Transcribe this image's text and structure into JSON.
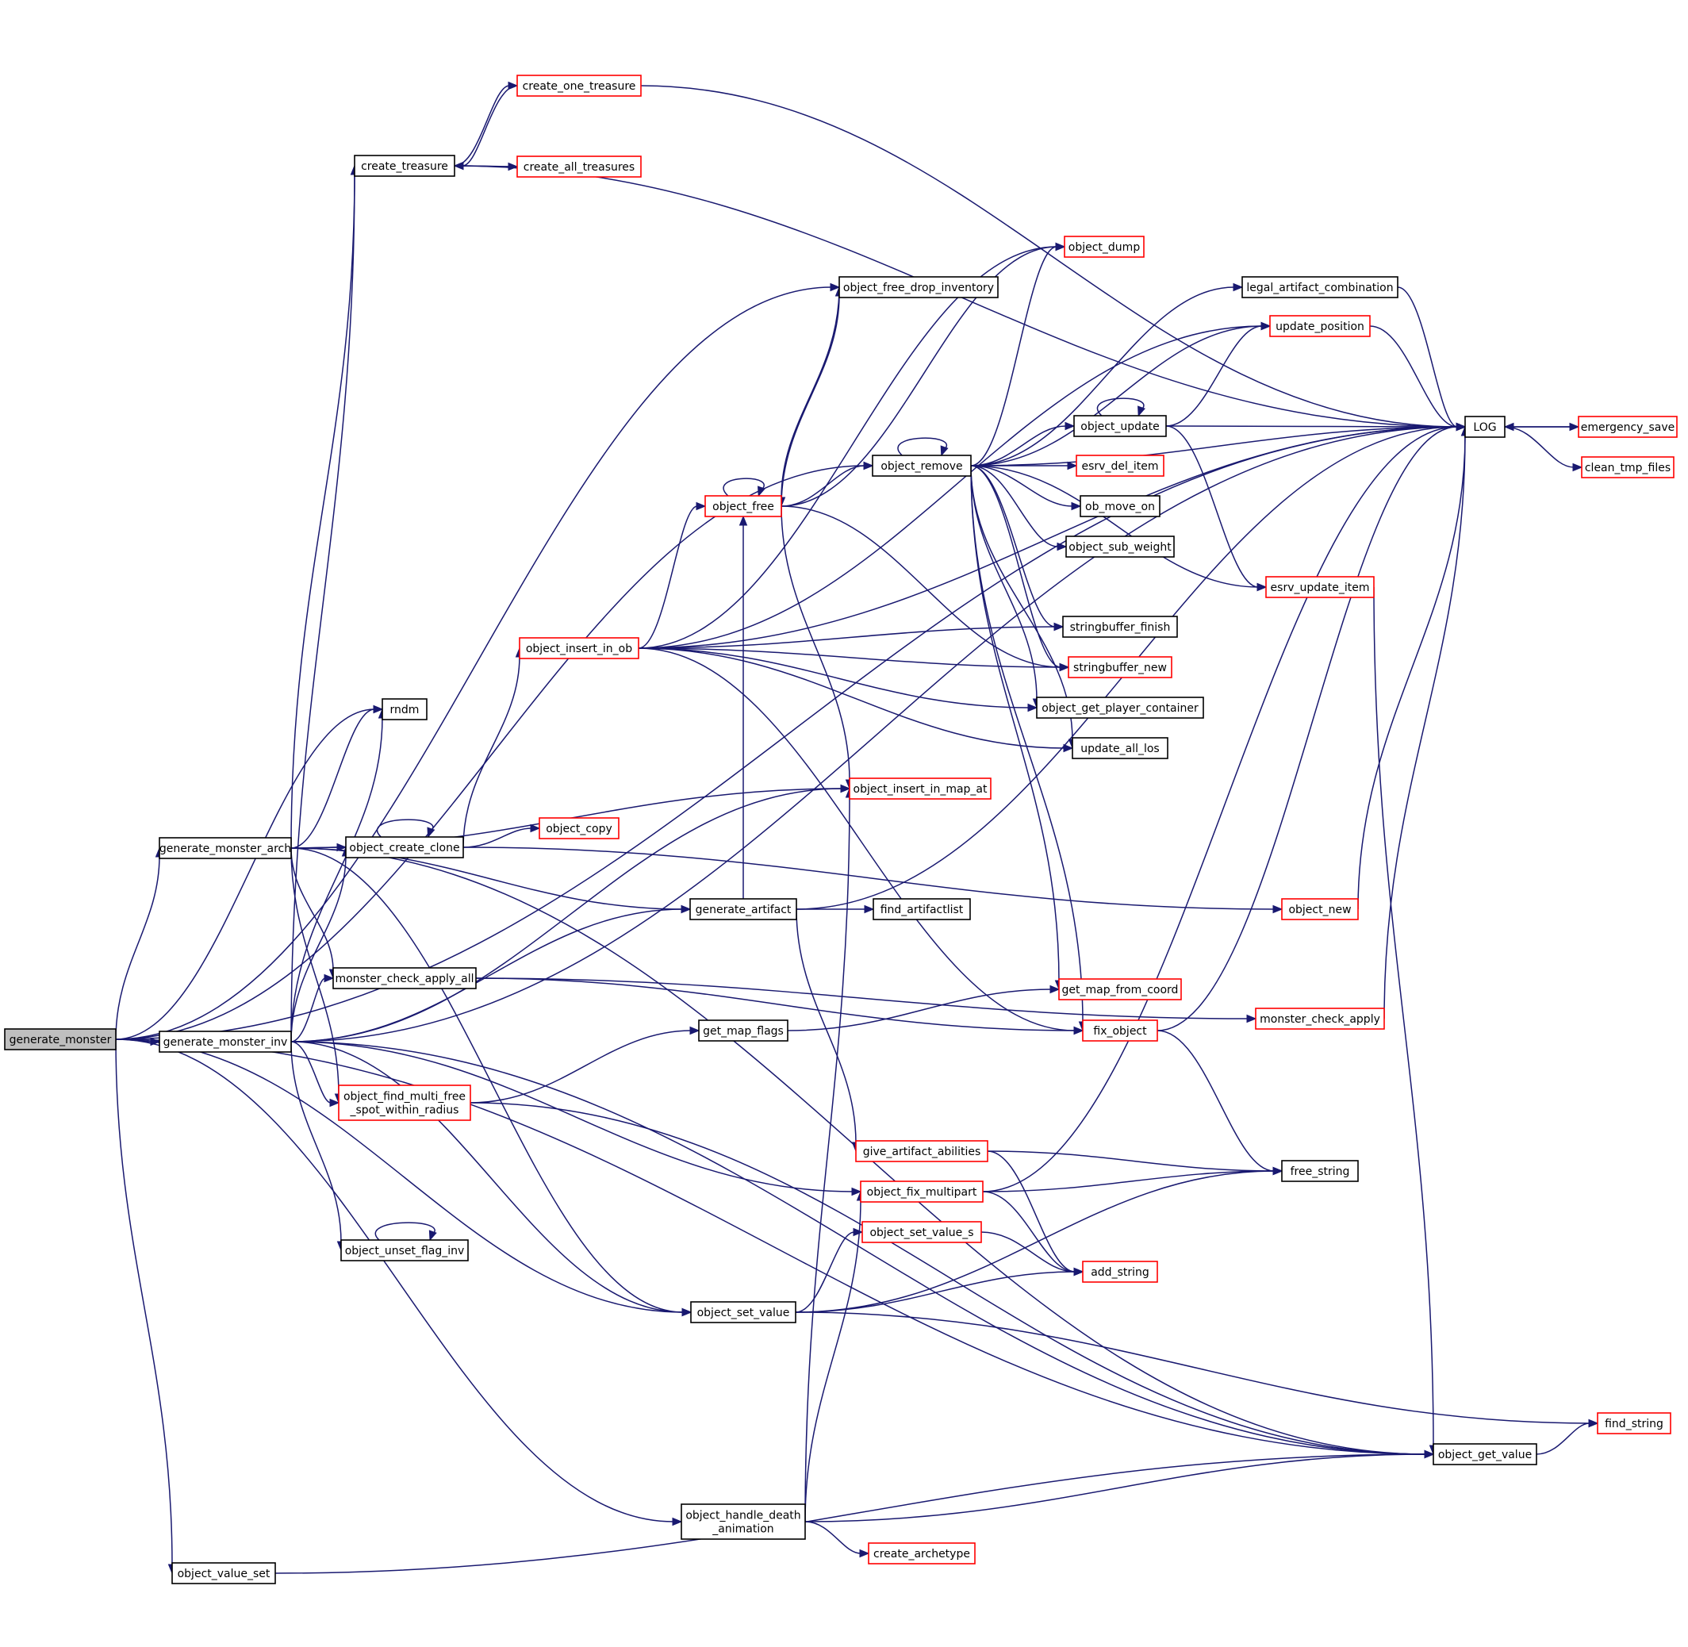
{
  "colors": {
    "edge": "#191970",
    "border_normal": "#000000",
    "border_truncated": "#ff0000",
    "fill_root": "#bfbfbf",
    "fill_normal": "#ffffff"
  },
  "nodes": [
    {
      "id": "generate_monster",
      "lines": [
        "generate_monster"
      ],
      "style": "root"
    },
    {
      "id": "generate_monster_arch",
      "lines": [
        "generate_monster_arch"
      ],
      "style": "normal"
    },
    {
      "id": "generate_monster_inv",
      "lines": [
        "generate_monster_inv"
      ],
      "style": "normal"
    },
    {
      "id": "create_treasure",
      "lines": [
        "create_treasure"
      ],
      "style": "normal"
    },
    {
      "id": "create_one_treasure",
      "lines": [
        "create_one_treasure"
      ],
      "style": "truncated"
    },
    {
      "id": "create_all_treasures",
      "lines": [
        "create_all_treasures"
      ],
      "style": "truncated"
    },
    {
      "id": "rndm",
      "lines": [
        "rndm"
      ],
      "style": "normal"
    },
    {
      "id": "object_create_clone",
      "lines": [
        "object_create_clone"
      ],
      "style": "normal"
    },
    {
      "id": "object_copy",
      "lines": [
        "object_copy"
      ],
      "style": "truncated"
    },
    {
      "id": "monster_check_apply_all",
      "lines": [
        "monster_check_apply_all"
      ],
      "style": "normal"
    },
    {
      "id": "object_find_multi_free_spot_within_radius",
      "lines": [
        "object_find_multi_free",
        "_spot_within_radius"
      ],
      "style": "truncated"
    },
    {
      "id": "object_unset_flag_inv",
      "lines": [
        "object_unset_flag_inv"
      ],
      "style": "normal"
    },
    {
      "id": "object_value_set",
      "lines": [
        "object_value_set"
      ],
      "style": "normal"
    },
    {
      "id": "object_insert_in_ob",
      "lines": [
        "object_insert_in_ob"
      ],
      "style": "truncated"
    },
    {
      "id": "object_free",
      "lines": [
        "object_free"
      ],
      "style": "truncated"
    },
    {
      "id": "object_free_drop_inventory",
      "lines": [
        "object_free_drop_inventory"
      ],
      "style": "normal"
    },
    {
      "id": "object_remove",
      "lines": [
        "object_remove"
      ],
      "style": "normal"
    },
    {
      "id": "object_dump",
      "lines": [
        "object_dump"
      ],
      "style": "truncated"
    },
    {
      "id": "legal_artifact_combination",
      "lines": [
        "legal_artifact_combination"
      ],
      "style": "normal"
    },
    {
      "id": "update_position",
      "lines": [
        "update_position"
      ],
      "style": "truncated"
    },
    {
      "id": "object_update",
      "lines": [
        "object_update"
      ],
      "style": "normal"
    },
    {
      "id": "esrv_del_item",
      "lines": [
        "esrv_del_item"
      ],
      "style": "truncated"
    },
    {
      "id": "ob_move_on",
      "lines": [
        "ob_move_on"
      ],
      "style": "normal"
    },
    {
      "id": "object_sub_weight",
      "lines": [
        "object_sub_weight"
      ],
      "style": "normal"
    },
    {
      "id": "esrv_update_item",
      "lines": [
        "esrv_update_item"
      ],
      "style": "truncated"
    },
    {
      "id": "stringbuffer_finish",
      "lines": [
        "stringbuffer_finish"
      ],
      "style": "normal"
    },
    {
      "id": "stringbuffer_new",
      "lines": [
        "stringbuffer_new"
      ],
      "style": "truncated"
    },
    {
      "id": "object_get_player_container",
      "lines": [
        "object_get_player_container"
      ],
      "style": "normal"
    },
    {
      "id": "update_all_los",
      "lines": [
        "update_all_los"
      ],
      "style": "normal"
    },
    {
      "id": "object_insert_in_map_at",
      "lines": [
        "object_insert_in_map_at"
      ],
      "style": "truncated"
    },
    {
      "id": "generate_artifact",
      "lines": [
        "generate_artifact"
      ],
      "style": "normal"
    },
    {
      "id": "find_artifactlist",
      "lines": [
        "find_artifactlist"
      ],
      "style": "normal"
    },
    {
      "id": "object_new",
      "lines": [
        "object_new"
      ],
      "style": "truncated"
    },
    {
      "id": "get_map_flags",
      "lines": [
        "get_map_flags"
      ],
      "style": "normal"
    },
    {
      "id": "get_map_from_coord",
      "lines": [
        "get_map_from_coord"
      ],
      "style": "truncated"
    },
    {
      "id": "fix_object",
      "lines": [
        "fix_object"
      ],
      "style": "truncated"
    },
    {
      "id": "monster_check_apply",
      "lines": [
        "monster_check_apply"
      ],
      "style": "truncated"
    },
    {
      "id": "give_artifact_abilities",
      "lines": [
        "give_artifact_abilities"
      ],
      "style": "truncated"
    },
    {
      "id": "object_fix_multipart",
      "lines": [
        "object_fix_multipart"
      ],
      "style": "truncated"
    },
    {
      "id": "free_string",
      "lines": [
        "free_string"
      ],
      "style": "normal"
    },
    {
      "id": "object_set_value_s",
      "lines": [
        "object_set_value_s"
      ],
      "style": "truncated"
    },
    {
      "id": "add_string",
      "lines": [
        "add_string"
      ],
      "style": "truncated"
    },
    {
      "id": "object_set_value",
      "lines": [
        "object_set_value"
      ],
      "style": "normal"
    },
    {
      "id": "find_string",
      "lines": [
        "find_string"
      ],
      "style": "truncated"
    },
    {
      "id": "object_get_value",
      "lines": [
        "object_get_value"
      ],
      "style": "normal"
    },
    {
      "id": "object_handle_death_animation",
      "lines": [
        "object_handle_death",
        "_animation"
      ],
      "style": "normal"
    },
    {
      "id": "create_archetype",
      "lines": [
        "create_archetype"
      ],
      "style": "truncated"
    },
    {
      "id": "LOG",
      "lines": [
        "LOG"
      ],
      "style": "normal"
    },
    {
      "id": "emergency_save",
      "lines": [
        "emergency_save"
      ],
      "style": "truncated"
    },
    {
      "id": "clean_tmp_files",
      "lines": [
        "clean_tmp_files"
      ],
      "style": "truncated"
    }
  ],
  "edges": [
    [
      "generate_monster",
      "generate_monster_arch"
    ],
    [
      "generate_monster",
      "generate_monster_inv"
    ],
    [
      "generate_monster",
      "object_free_drop_inventory"
    ],
    [
      "generate_monster",
      "object_remove"
    ],
    [
      "generate_monster",
      "rndm"
    ],
    [
      "generate_monster",
      "object_set_value"
    ],
    [
      "generate_monster",
      "object_handle_death_animation"
    ],
    [
      "generate_monster",
      "object_value_set"
    ],
    [
      "generate_monster",
      "object_get_value"
    ],
    [
      "generate_monster",
      "LOG"
    ],
    [
      "generate_monster_arch",
      "create_treasure"
    ],
    [
      "generate_monster_arch",
      "rndm"
    ],
    [
      "generate_monster_arch",
      "object_create_clone"
    ],
    [
      "generate_monster_arch",
      "object_insert_in_map_at"
    ],
    [
      "generate_monster_arch",
      "generate_artifact"
    ],
    [
      "generate_monster_arch",
      "monster_check_apply_all"
    ],
    [
      "generate_monster_arch",
      "object_find_multi_free_spot_within_radius"
    ],
    [
      "generate_monster_arch",
      "object_set_value"
    ],
    [
      "generate_monster_arch",
      "object_get_value"
    ],
    [
      "generate_monster_inv",
      "create_treasure"
    ],
    [
      "generate_monster_inv",
      "rndm"
    ],
    [
      "generate_monster_inv",
      "object_create_clone"
    ],
    [
      "generate_monster_inv",
      "object_insert_in_map_at"
    ],
    [
      "generate_monster_inv",
      "generate_artifact"
    ],
    [
      "generate_monster_inv",
      "monster_check_apply_all"
    ],
    [
      "generate_monster_inv",
      "object_find_multi_free_spot_within_radius"
    ],
    [
      "generate_monster_inv",
      "object_unset_flag_inv"
    ],
    [
      "generate_monster_inv",
      "object_set_value"
    ],
    [
      "generate_monster_inv",
      "object_fix_multipart"
    ],
    [
      "generate_monster_inv",
      "object_get_value"
    ],
    [
      "generate_monster_inv",
      "LOG"
    ],
    [
      "create_treasure",
      "create_one_treasure"
    ],
    [
      "create_treasure",
      "create_all_treasures"
    ],
    [
      "create_one_treasure",
      "create_treasure"
    ],
    [
      "create_one_treasure",
      "LOG"
    ],
    [
      "create_all_treasures",
      "create_treasure"
    ],
    [
      "create_treasure",
      "LOG"
    ],
    [
      "object_create_clone",
      "object_create_clone"
    ],
    [
      "object_create_clone",
      "object_copy"
    ],
    [
      "object_create_clone",
      "object_insert_in_ob"
    ],
    [
      "object_create_clone",
      "object_new"
    ],
    [
      "monster_check_apply_all",
      "fix_object"
    ],
    [
      "monster_check_apply_all",
      "monster_check_apply"
    ],
    [
      "object_find_multi_free_spot_within_radius",
      "get_map_flags"
    ],
    [
      "object_find_multi_free_spot_within_radius",
      "object_get_value"
    ],
    [
      "object_unset_flag_inv",
      "object_unset_flag_inv"
    ],
    [
      "object_value_set",
      "object_get_value"
    ],
    [
      "object_insert_in_ob",
      "object_free"
    ],
    [
      "object_insert_in_ob",
      "object_dump"
    ],
    [
      "object_insert_in_ob",
      "update_position"
    ],
    [
      "object_insert_in_ob",
      "stringbuffer_finish"
    ],
    [
      "object_insert_in_ob",
      "stringbuffer_new"
    ],
    [
      "object_insert_in_ob",
      "object_get_player_container"
    ],
    [
      "object_insert_in_ob",
      "update_all_los"
    ],
    [
      "object_insert_in_ob",
      "fix_object"
    ],
    [
      "object_insert_in_ob",
      "LOG"
    ],
    [
      "object_free",
      "object_free"
    ],
    [
      "object_free",
      "object_free_drop_inventory"
    ],
    [
      "object_free",
      "object_remove"
    ],
    [
      "object_free",
      "object_dump"
    ],
    [
      "object_free",
      "stringbuffer_new"
    ],
    [
      "object_free",
      "object_insert_in_map_at"
    ],
    [
      "object_free_drop_inventory",
      "object_free"
    ],
    [
      "object_remove",
      "object_remove"
    ],
    [
      "object_remove",
      "object_dump"
    ],
    [
      "object_remove",
      "legal_artifact_combination"
    ],
    [
      "object_remove",
      "update_position"
    ],
    [
      "object_remove",
      "LOG"
    ],
    [
      "object_remove",
      "object_update"
    ],
    [
      "object_remove",
      "esrv_del_item"
    ],
    [
      "object_remove",
      "ob_move_on"
    ],
    [
      "object_remove",
      "object_sub_weight"
    ],
    [
      "object_remove",
      "esrv_update_item"
    ],
    [
      "object_remove",
      "stringbuffer_finish"
    ],
    [
      "object_remove",
      "stringbuffer_new"
    ],
    [
      "object_remove",
      "object_get_player_container"
    ],
    [
      "object_remove",
      "update_all_los"
    ],
    [
      "object_remove",
      "get_map_from_coord"
    ],
    [
      "object_remove",
      "fix_object"
    ],
    [
      "legal_artifact_combination",
      "LOG"
    ],
    [
      "update_position",
      "LOG"
    ],
    [
      "object_update",
      "object_update"
    ],
    [
      "object_update",
      "update_position"
    ],
    [
      "object_update",
      "LOG"
    ],
    [
      "object_update",
      "esrv_update_item"
    ],
    [
      "esrv_update_item",
      "object_get_value"
    ],
    [
      "generate_artifact",
      "object_free"
    ],
    [
      "generate_artifact",
      "find_artifactlist"
    ],
    [
      "generate_artifact",
      "give_artifact_abilities"
    ],
    [
      "generate_artifact",
      "LOG"
    ],
    [
      "get_map_flags",
      "get_map_from_coord"
    ],
    [
      "fix_object",
      "free_string"
    ],
    [
      "fix_object",
      "LOG"
    ],
    [
      "object_new",
      "LOG"
    ],
    [
      "monster_check_apply",
      "LOG"
    ],
    [
      "give_artifact_abilities",
      "free_string"
    ],
    [
      "give_artifact_abilities",
      "add_string"
    ],
    [
      "object_fix_multipart",
      "free_string"
    ],
    [
      "object_fix_multipart",
      "add_string"
    ],
    [
      "object_fix_multipart",
      "LOG"
    ],
    [
      "object_set_value",
      "object_set_value_s"
    ],
    [
      "object_set_value",
      "add_string"
    ],
    [
      "object_set_value",
      "free_string"
    ],
    [
      "object_set_value",
      "find_string"
    ],
    [
      "object_set_value_s",
      "add_string"
    ],
    [
      "object_get_value",
      "find_string"
    ],
    [
      "object_handle_death_animation",
      "object_fix_multipart"
    ],
    [
      "object_handle_death_animation",
      "object_insert_in_map_at"
    ],
    [
      "object_handle_death_animation",
      "object_get_value"
    ],
    [
      "object_handle_death_animation",
      "create_archetype"
    ],
    [
      "LOG",
      "emergency_save"
    ],
    [
      "LOG",
      "clean_tmp_files"
    ],
    [
      "emergency_save",
      "LOG"
    ]
  ]
}
